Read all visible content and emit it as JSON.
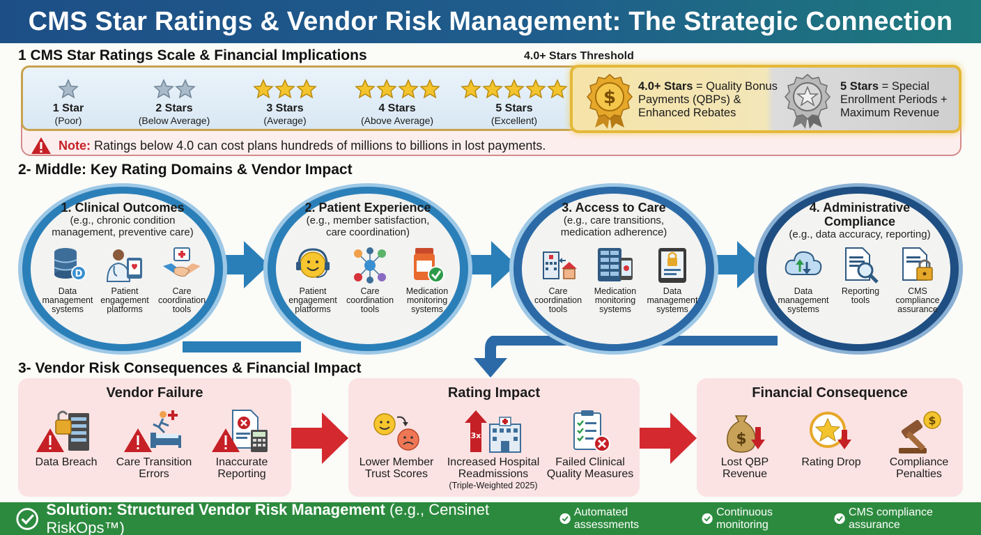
{
  "title": "CMS Star Ratings & Vendor Risk Management: The Strategic Connection",
  "section1": {
    "heading": "1  CMS Star Ratings Scale & Financial Implications",
    "threshold_label": "4.0+ Stars Threshold",
    "ratings": [
      {
        "name": "1 Star",
        "desc": "(Poor)",
        "stars": 1
      },
      {
        "name": "2 Stars",
        "desc": "(Below Average)",
        "stars": 2
      },
      {
        "name": "3 Stars",
        "desc": "(Average)",
        "stars": 3
      },
      {
        "name": "4 Stars",
        "desc": "(Above Average)",
        "stars": 4
      },
      {
        "name": "5 Stars",
        "desc": "(Excellent)",
        "stars": 5
      }
    ],
    "bonus_gold": {
      "bold": "4.0+ Stars",
      "text": " = Quality Bonus Payments (QBPs) & Enhanced Rebates"
    },
    "bonus_silver": {
      "bold": "5 Stars",
      "text": " = Special Enrollment Periods + Maximum Revenue"
    },
    "note_label": "Note:",
    "note_text": " Ratings below 4.0 can cost plans hundreds of millions to billions in lost payments."
  },
  "section2": {
    "heading": "2- Middle: Key Rating Domains & Vendor Impact",
    "domains": [
      {
        "title": "1. Clinical Outcomes",
        "eg": "(e.g., chronic condition management, preventive care)",
        "tools": [
          "Data management systems",
          "Patient engagement platforms",
          "Care coordination tools"
        ]
      },
      {
        "title": "2. Patient Experience",
        "eg": "(e.g., member satisfaction, care coordination)",
        "tools": [
          "Patient engagement platforms",
          "Care coordination tools",
          "Medication monitoring systems"
        ]
      },
      {
        "title": "3. Access to Care",
        "eg": "(e.g., care transitions, medication adherence)",
        "tools": [
          "Care coordination tools",
          "Medication monitoring systems",
          "Data management systems"
        ]
      },
      {
        "title": "4. Administrative Compliance",
        "eg": "(e.g., data accuracy, reporting)",
        "tools": [
          "Data management systems",
          "Reporting tools",
          "CMS compliance assurance"
        ]
      }
    ]
  },
  "section3": {
    "heading": "3- Vendor Risk Consequences & Financial Impact",
    "panels": [
      {
        "title": "Vendor Failure",
        "items": [
          {
            "label": "Data Breach",
            "sub": ""
          },
          {
            "label": "Care Transition Errors",
            "sub": ""
          },
          {
            "label": "Inaccurate Reporting",
            "sub": ""
          }
        ]
      },
      {
        "title": "Rating Impact",
        "items": [
          {
            "label": "Lower Member Trust Scores",
            "sub": ""
          },
          {
            "label": "Increased Hospital Readmissions",
            "sub": "(Triple-Weighted 2025)"
          },
          {
            "label": "Failed Clinical Quality Measures",
            "sub": ""
          }
        ]
      },
      {
        "title": "Financial Consequence",
        "items": [
          {
            "label": "Lost QBP Revenue",
            "sub": ""
          },
          {
            "label": "Rating Drop",
            "sub": ""
          },
          {
            "label": "Compliance Penalties",
            "sub": ""
          }
        ]
      }
    ],
    "multiplier": "3x"
  },
  "footer": {
    "bold": "Solution: Structured Vendor Risk Management",
    "rest": " (e.g., Censinet RiskOps™)",
    "features": [
      "Automated assessments",
      "Continuous monitoring",
      "CMS compliance assurance"
    ]
  },
  "colors": {
    "banner": "#1d4f86",
    "blue_ring": "#2b7fb8",
    "navy_ring": "#1e4e82",
    "red": "#c52026",
    "green": "#2c8a3e",
    "gold": "#e4b838"
  }
}
